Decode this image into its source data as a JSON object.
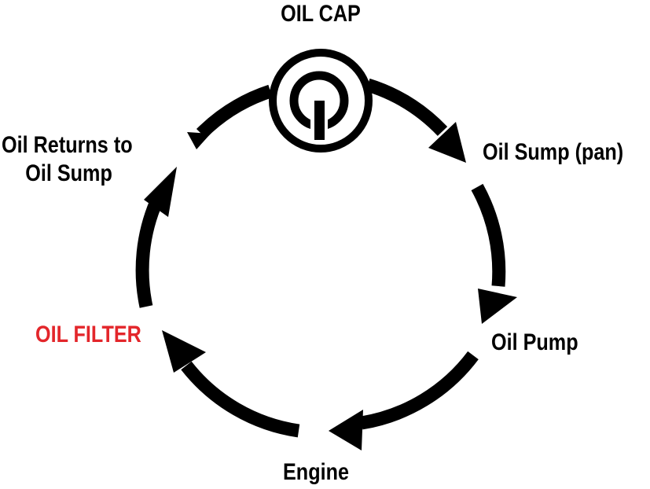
{
  "diagram": {
    "colors": {
      "arrow": "#000000",
      "text": "#000000",
      "highlight": "#e3262b",
      "background": "#ffffff"
    },
    "cap_icon": "oil-cap-icon",
    "labels": {
      "oil_cap": "OIL CAP",
      "oil_sump_pan": "Oil Sump (pan)",
      "oil_pump": "Oil Pump",
      "engine": "Engine",
      "oil_filter": "OIL FILTER",
      "oil_returns_line1": "Oil Returns to",
      "oil_returns_line2": "Oil Sump"
    }
  }
}
